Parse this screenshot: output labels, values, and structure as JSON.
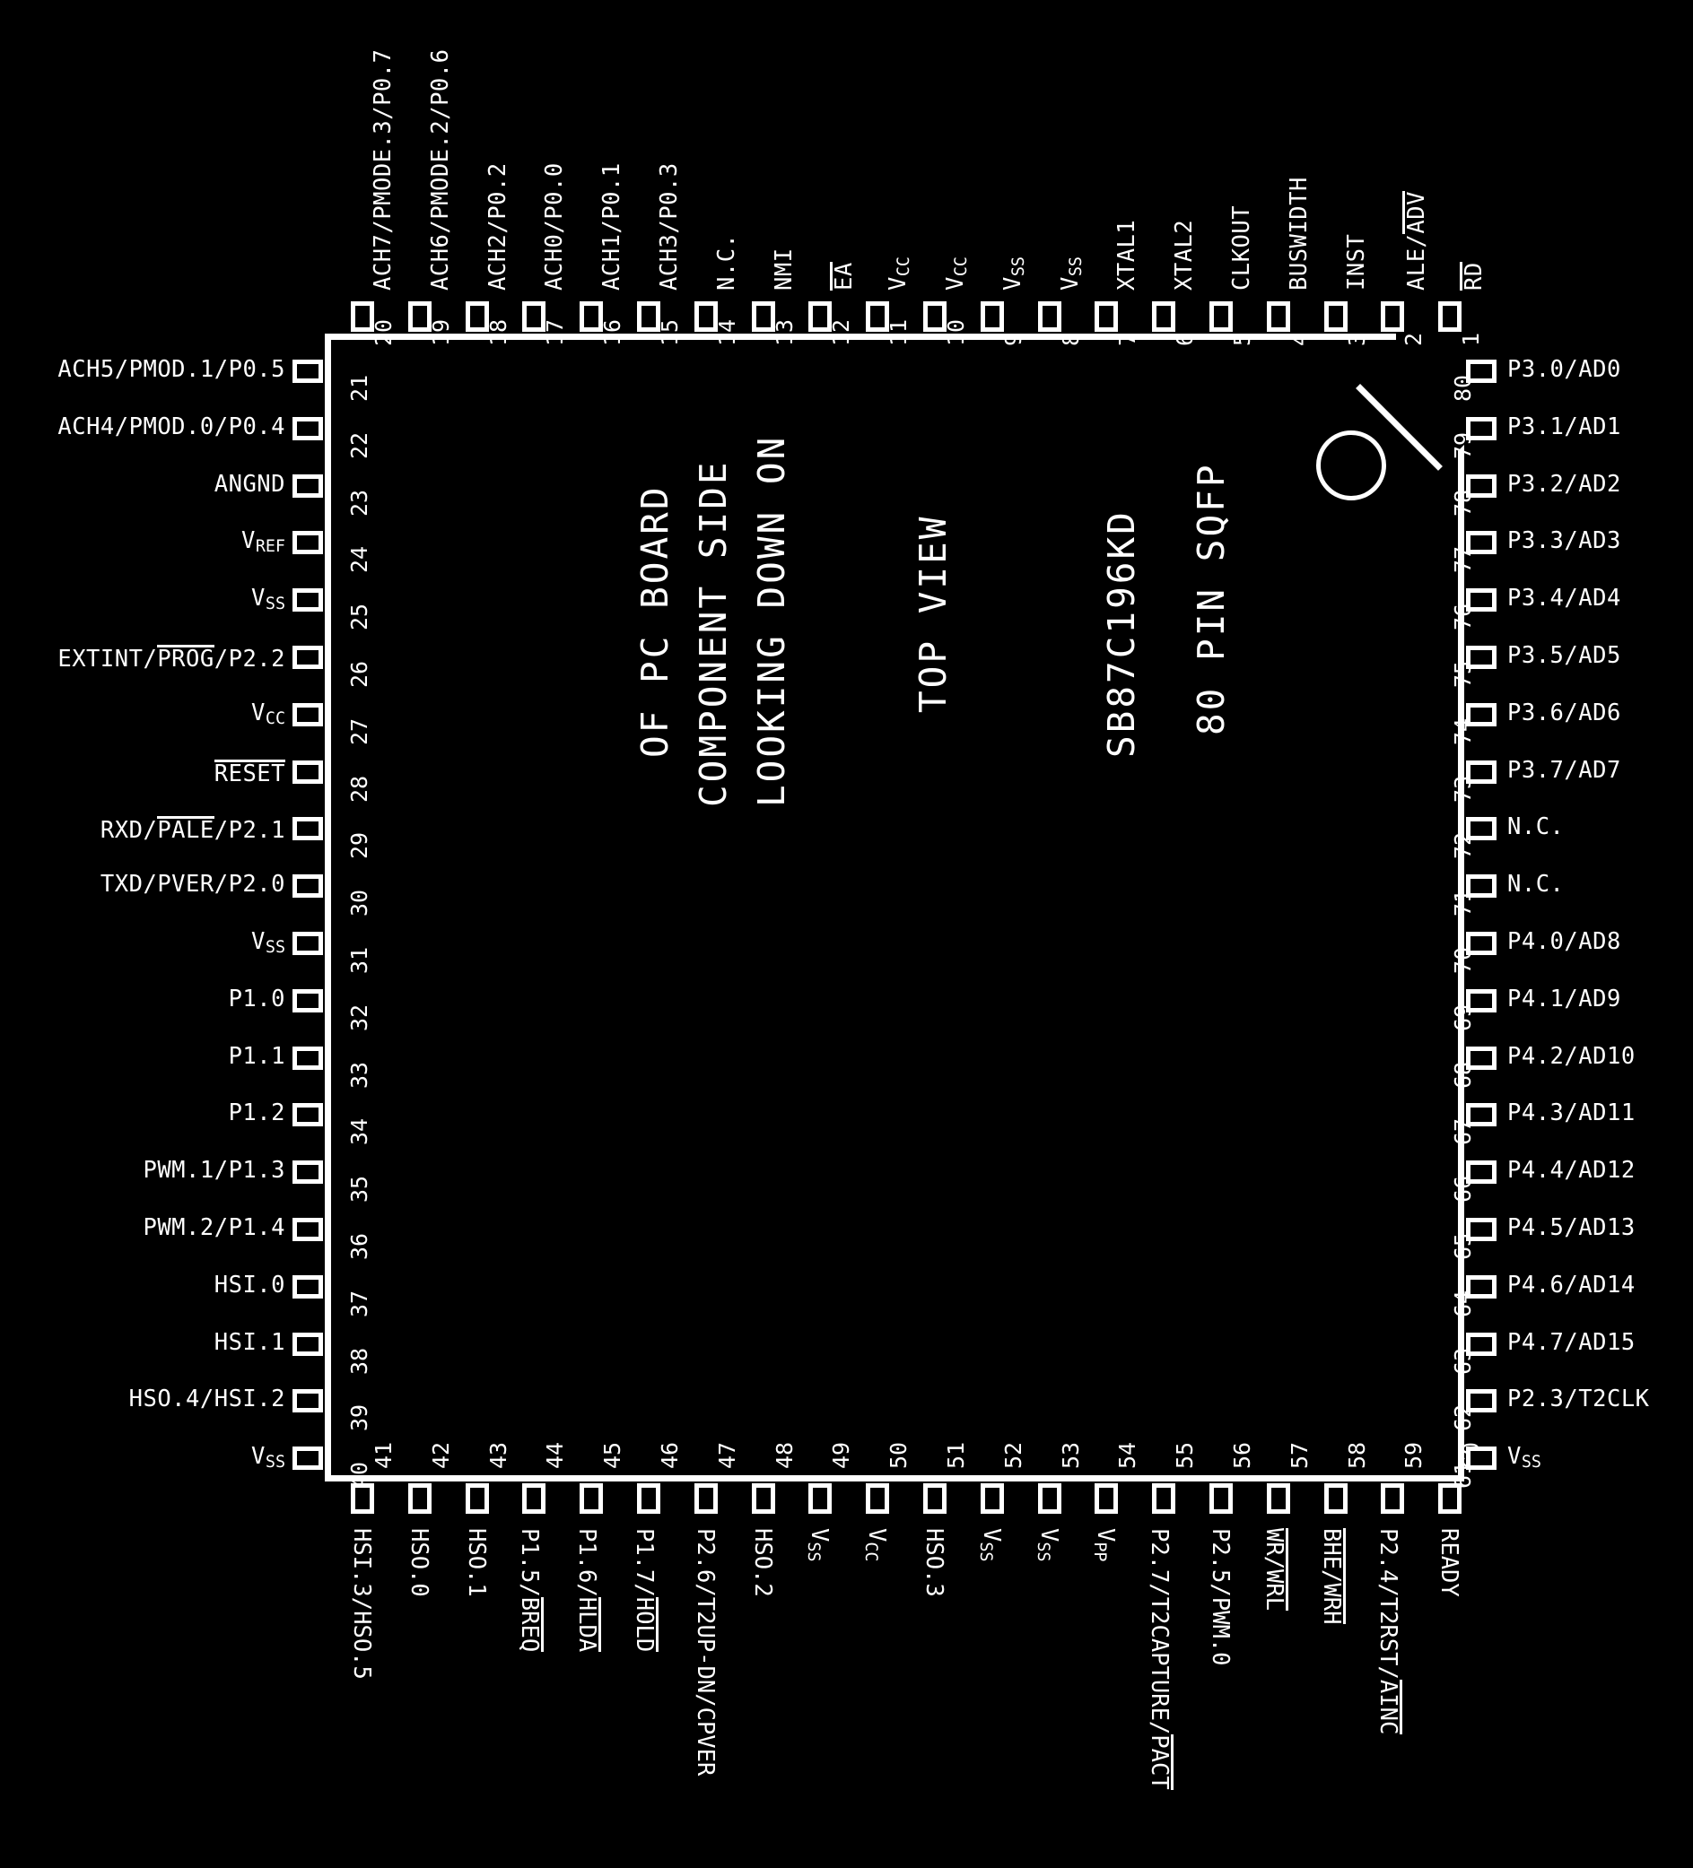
{
  "device": {
    "part_number": "SB87C196KD",
    "package": "80 PIN SQFP",
    "view": "TOP VIEW",
    "note_line1": "LOOKING DOWN ON",
    "note_line2": "COMPONENT SIDE",
    "note_line3": "OF PC BOARD"
  },
  "pins": {
    "top": [
      {
        "num": "20",
        "label": "ACH7/PMODE.3/P0.7"
      },
      {
        "num": "19",
        "label": "ACH6/PMODE.2/P0.6"
      },
      {
        "num": "18",
        "label": "ACH2/P0.2"
      },
      {
        "num": "17",
        "label": "ACH0/P0.0"
      },
      {
        "num": "16",
        "label": "ACH1/P0.1"
      },
      {
        "num": "15",
        "label": "ACH3/P0.3"
      },
      {
        "num": "14",
        "label": "N.C."
      },
      {
        "num": "13",
        "label": "NMI"
      },
      {
        "num": "12",
        "label": "EA",
        "overline": "EA"
      },
      {
        "num": "11",
        "label": "VCC",
        "sub": "CC",
        "base": "V"
      },
      {
        "num": "10",
        "label": "VCC",
        "sub": "CC",
        "base": "V"
      },
      {
        "num": "9",
        "label": "VSS",
        "sub": "SS",
        "base": "V"
      },
      {
        "num": "8",
        "label": "VSS",
        "sub": "SS",
        "base": "V"
      },
      {
        "num": "7",
        "label": "XTAL1"
      },
      {
        "num": "6",
        "label": "XTAL2"
      },
      {
        "num": "5",
        "label": "CLKOUT"
      },
      {
        "num": "4",
        "label": "BUSWIDTH"
      },
      {
        "num": "3",
        "label": "INST"
      },
      {
        "num": "2",
        "label": "ALE/ADV",
        "overline_part": "ADV"
      },
      {
        "num": "1",
        "label": "RD",
        "overline": "RD"
      }
    ],
    "left": [
      {
        "num": "21",
        "label": "ACH5/PMOD.1/P0.5"
      },
      {
        "num": "22",
        "label": "ACH4/PMOD.0/P0.4"
      },
      {
        "num": "23",
        "label": "ANGND"
      },
      {
        "num": "24",
        "label": "VREF",
        "base": "V",
        "sub": "REF"
      },
      {
        "num": "25",
        "label": "VSS",
        "base": "V",
        "sub": "SS"
      },
      {
        "num": "26",
        "label": "EXTINT/PROG/P2.2",
        "overline_part": "PROG"
      },
      {
        "num": "27",
        "label": "VCC",
        "base": "V",
        "sub": "CC"
      },
      {
        "num": "28",
        "label": "RESET",
        "overline": "RESET"
      },
      {
        "num": "29",
        "label": "RXD/PALE/P2.1",
        "overline_part": "PALE"
      },
      {
        "num": "30",
        "label": "TXD/PVER/P2.0"
      },
      {
        "num": "31",
        "label": "VSS",
        "base": "V",
        "sub": "SS"
      },
      {
        "num": "32",
        "label": "P1.0"
      },
      {
        "num": "33",
        "label": "P1.1"
      },
      {
        "num": "34",
        "label": "P1.2"
      },
      {
        "num": "35",
        "label": "PWM.1/P1.3"
      },
      {
        "num": "36",
        "label": "PWM.2/P1.4"
      },
      {
        "num": "37",
        "label": "HSI.0"
      },
      {
        "num": "38",
        "label": "HSI.1"
      },
      {
        "num": "39",
        "label": "HSO.4/HSI.2"
      },
      {
        "num": "40",
        "label": "VSS",
        "base": "V",
        "sub": "SS"
      }
    ],
    "bottom": [
      {
        "num": "41",
        "label": "HSI.3/HSO.5"
      },
      {
        "num": "42",
        "label": "HSO.0"
      },
      {
        "num": "43",
        "label": "HSO.1"
      },
      {
        "num": "44",
        "label": "P1.5/BREQ",
        "overline_part": "BREQ"
      },
      {
        "num": "45",
        "label": "P1.6/HLDA",
        "overline_part": "HLDA"
      },
      {
        "num": "46",
        "label": "P1.7/HOLD",
        "overline_part": "HOLD"
      },
      {
        "num": "47",
        "label": "P2.6/T2UP-DN/CPVER"
      },
      {
        "num": "48",
        "label": "HSO.2"
      },
      {
        "num": "49",
        "label": "VSS",
        "base": "V",
        "sub": "SS"
      },
      {
        "num": "50",
        "label": "VCC",
        "base": "V",
        "sub": "CC"
      },
      {
        "num": "51",
        "label": "HSO.3"
      },
      {
        "num": "52",
        "label": "VSS",
        "base": "V",
        "sub": "SS"
      },
      {
        "num": "53",
        "label": "VSS",
        "base": "V",
        "sub": "SS"
      },
      {
        "num": "54",
        "label": "VPP",
        "base": "V",
        "sub": "PP"
      },
      {
        "num": "55",
        "label": "P2.7/T2CAPTURE/PACT",
        "overline_part": "PACT"
      },
      {
        "num": "56",
        "label": "P2.5/PWM.0"
      },
      {
        "num": "57",
        "label": "WR/WRL",
        "overline": "WR/WRL"
      },
      {
        "num": "58",
        "label": "BHE/WRH",
        "overline": "BHE/WRH"
      },
      {
        "num": "59",
        "label": "P2.4/T2RST/AINC",
        "overline_part": "AINC"
      },
      {
        "num": "60",
        "label": "READY"
      }
    ],
    "right": [
      {
        "num": "80",
        "label": "P3.0/AD0"
      },
      {
        "num": "79",
        "label": "P3.1/AD1"
      },
      {
        "num": "78",
        "label": "P3.2/AD2"
      },
      {
        "num": "77",
        "label": "P3.3/AD3"
      },
      {
        "num": "76",
        "label": "P3.4/AD4"
      },
      {
        "num": "75",
        "label": "P3.5/AD5"
      },
      {
        "num": "74",
        "label": "P3.6/AD6"
      },
      {
        "num": "73",
        "label": "P3.7/AD7"
      },
      {
        "num": "72",
        "label": "N.C."
      },
      {
        "num": "71",
        "label": "N.C."
      },
      {
        "num": "70",
        "label": "P4.0/AD8"
      },
      {
        "num": "69",
        "label": "P4.1/AD9"
      },
      {
        "num": "68",
        "label": "P4.2/AD10"
      },
      {
        "num": "67",
        "label": "P4.3/AD11"
      },
      {
        "num": "66",
        "label": "P4.4/AD12"
      },
      {
        "num": "65",
        "label": "P4.5/AD13"
      },
      {
        "num": "64",
        "label": "P4.6/AD14"
      },
      {
        "num": "63",
        "label": "P4.7/AD15"
      },
      {
        "num": "62",
        "label": "P2.3/T2CLK"
      },
      {
        "num": "61",
        "label": "VSS",
        "base": "V",
        "sub": "SS"
      }
    ]
  },
  "colors": {
    "background": "#000000",
    "foreground": "#ffffff"
  }
}
